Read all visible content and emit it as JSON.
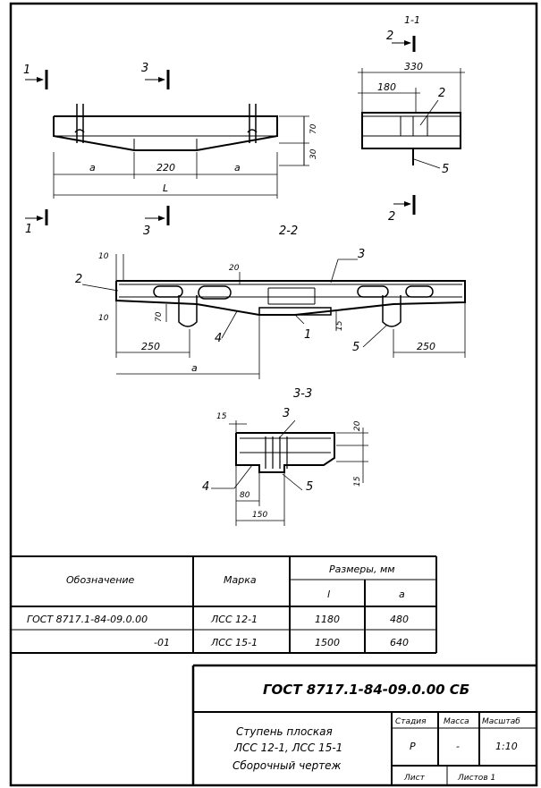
{
  "views": {
    "section_1_1": {
      "title": "1-1",
      "dims": [
        "330",
        "180"
      ],
      "callouts": [
        "2",
        "5"
      ],
      "cut": "2"
    },
    "section_2_2": {
      "title": "2-2",
      "dims": [
        "10",
        "20",
        "10",
        "70",
        "15",
        "250",
        "250",
        "a"
      ],
      "callouts": [
        "2",
        "3",
        "4",
        "1",
        "5"
      ]
    },
    "section_3_3": {
      "title": "3-3",
      "dims": [
        "15",
        "20",
        "15",
        "80",
        "150"
      ],
      "callouts": [
        "3",
        "4",
        "5"
      ]
    },
    "elevation": {
      "cut_marks": [
        "1",
        "3",
        "1",
        "3"
      ],
      "dims": [
        "70",
        "30",
        "a",
        "220",
        "a",
        "L"
      ]
    }
  },
  "table": {
    "headers": {
      "designation": "Обозначение",
      "mark": "Марка",
      "sizes": "Размеры, мм",
      "l": "l",
      "a": "a"
    },
    "rows": [
      {
        "designation": "ГОСТ 8717.1-84-09.0.00",
        "mark": "ЛСС 12-1",
        "l": "1180",
        "a": "480"
      },
      {
        "designation": "-01",
        "mark": "ЛСС 15-1",
        "l": "1500",
        "a": "640"
      }
    ]
  },
  "title_block": {
    "code": "ГОСТ 8717.1-84-09.0.00 СБ",
    "name_line1": "Ступень плоская",
    "name_line2": "ЛСС 12-1, ЛСС 15-1",
    "name_line3": "Сборочный чертеж",
    "stage_label": "Стадия",
    "mass_label": "Масса",
    "scale_label": "Масштаб",
    "stage": "Р",
    "mass": "-",
    "scale": "1:10",
    "sheet_label": "Лист",
    "sheets_label": "Листов 1"
  }
}
